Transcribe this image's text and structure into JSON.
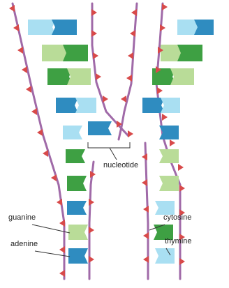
{
  "labels": {
    "nucleotide": "nucleotide",
    "guanine": "guanine",
    "adenine": "adenine",
    "cytosine": "cytosine",
    "thymine": "thymine"
  },
  "colors": {
    "backbone": "#a06aa8",
    "phosphate": "#d84a4a",
    "guanine_light": "#b9dc98",
    "guanine_dark": "#3ea043",
    "thymine_light": "#a9dff2",
    "thymine_dark": "#2f8cc0",
    "pointer": "#333333"
  },
  "base_pair_legend": [
    {
      "base": "guanine",
      "pairs_with": "cytosine",
      "color": "green"
    },
    {
      "base": "adenine",
      "pairs_with": "thymine",
      "color": "blue"
    }
  ]
}
